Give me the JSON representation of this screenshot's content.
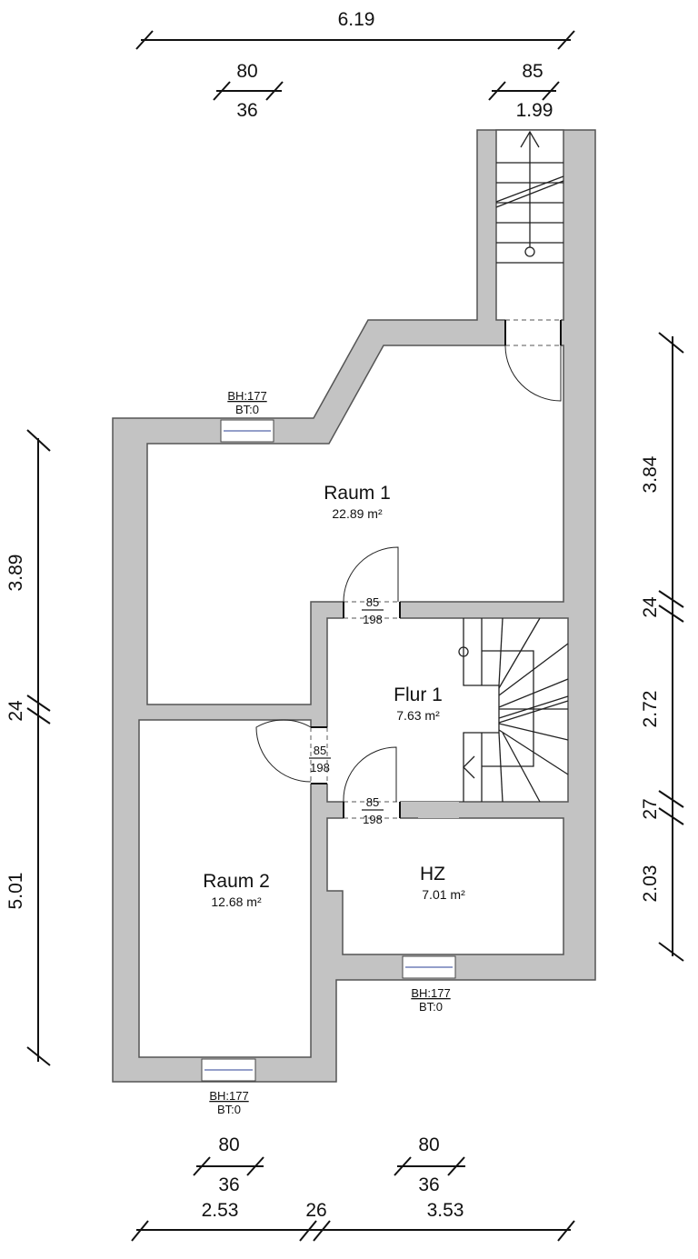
{
  "rooms": [
    {
      "name": "Raum 1",
      "area": "22.89 m²"
    },
    {
      "name": "Flur 1",
      "area": "7.63 m²"
    },
    {
      "name": "Raum 2",
      "area": "12.68 m²"
    },
    {
      "name": "HZ",
      "area": "7.01 m²"
    }
  ],
  "doors": [
    {
      "width": "85",
      "height": "198"
    },
    {
      "width": "85",
      "height": "198"
    },
    {
      "width": "85",
      "height": "198"
    }
  ],
  "windows": [
    {
      "bh": "BH:177",
      "bt": "BT:0"
    },
    {
      "bh": "BH:177",
      "bt": "BT:0"
    },
    {
      "bh": "BH:177",
      "bt": "BT:0"
    }
  ],
  "dimensions": {
    "top_total": "6.19",
    "top_window_w": "80",
    "top_window_h": "36",
    "top_door_w": "85",
    "top_door_h": "1.99",
    "left": [
      "3.89",
      "24",
      "5.01"
    ],
    "right": [
      "3.84",
      "24",
      "2.72",
      "27",
      "2.03"
    ],
    "bottom_win1_w": "80",
    "bottom_win1_h": "36",
    "bottom_win2_w": "80",
    "bottom_win2_h": "36",
    "bottom": [
      "2.53",
      "26",
      "3.53"
    ]
  },
  "colors": {
    "wall": "#c3c3c3"
  }
}
